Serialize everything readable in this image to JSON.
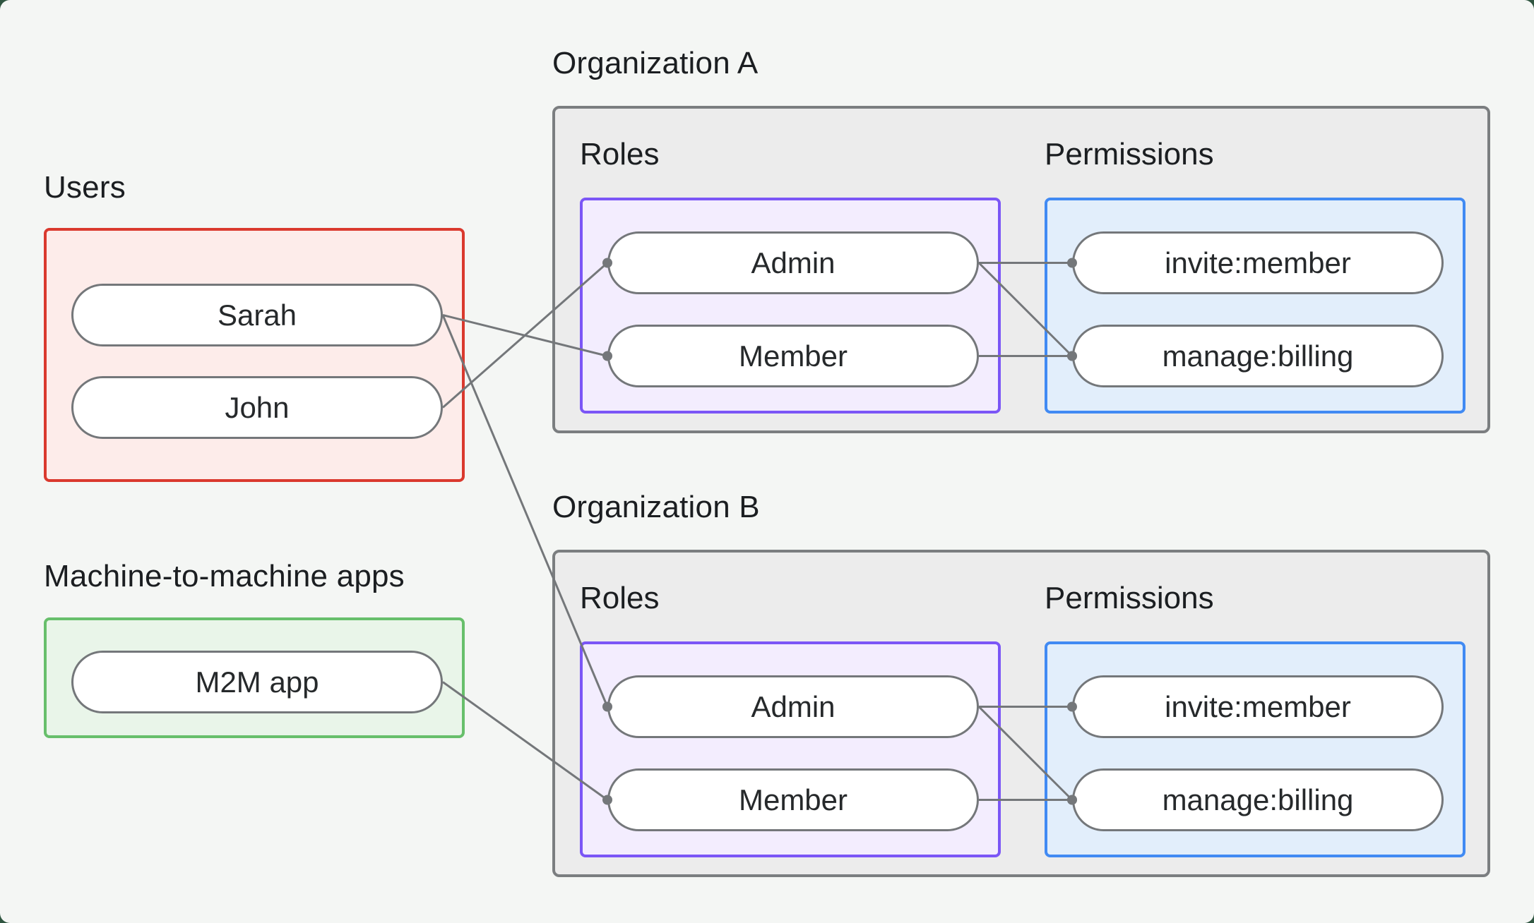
{
  "page": {
    "background_color": "#f4f6f4",
    "backing_color": "#2f5540",
    "label_text_color": "#1b1e21",
    "pill_text_color": "#26292b"
  },
  "groups": {
    "users": {
      "label": "Users",
      "border_color": "#da392e",
      "fill_color": "#fdecea",
      "nodes": [
        {
          "id": "sarah",
          "label": "Sarah"
        },
        {
          "id": "john",
          "label": "John"
        }
      ]
    },
    "m2m": {
      "label": "Machine-to-machine apps",
      "border_color": "#67bf6b",
      "fill_color": "#e9f5e9",
      "nodes": [
        {
          "id": "m2m-app",
          "label": "M2M app"
        }
      ]
    },
    "org_a": {
      "label": "Organization A",
      "border_color": "#7b7e80",
      "fill_color": "#ececec",
      "roles": {
        "label": "Roles",
        "border_color": "#7b56f6",
        "fill_color": "#f3edfe",
        "nodes": [
          {
            "id": "org-a-admin",
            "label": "Admin"
          },
          {
            "id": "org-a-member",
            "label": "Member"
          }
        ]
      },
      "permissions": {
        "label": "Permissions",
        "border_color": "#418af3",
        "fill_color": "#e2eefb",
        "nodes": [
          {
            "id": "org-a-invite",
            "label": "invite:member"
          },
          {
            "id": "org-a-billing",
            "label": "manage:billing"
          }
        ]
      }
    },
    "org_b": {
      "label": "Organization B",
      "border_color": "#7b7e80",
      "fill_color": "#ececec",
      "roles": {
        "label": "Roles",
        "border_color": "#7b56f6",
        "fill_color": "#f3edfe",
        "nodes": [
          {
            "id": "org-b-admin",
            "label": "Admin"
          },
          {
            "id": "org-b-member",
            "label": "Member"
          }
        ]
      },
      "permissions": {
        "label": "Permissions",
        "border_color": "#418af3",
        "fill_color": "#e2eefb",
        "nodes": [
          {
            "id": "org-b-invite",
            "label": "invite:member"
          },
          {
            "id": "org-b-billing",
            "label": "manage:billing"
          }
        ]
      }
    }
  },
  "connections": [
    {
      "from": "sarah",
      "to": "org-a-member"
    },
    {
      "from": "john",
      "to": "org-a-admin"
    },
    {
      "from": "sarah",
      "to": "org-b-admin"
    },
    {
      "from": "m2m-app",
      "to": "org-b-member"
    },
    {
      "from": "org-a-admin",
      "to": "org-a-invite"
    },
    {
      "from": "org-a-admin",
      "to": "org-a-billing"
    },
    {
      "from": "org-a-member",
      "to": "org-a-billing"
    },
    {
      "from": "org-b-admin",
      "to": "org-b-invite"
    },
    {
      "from": "org-b-admin",
      "to": "org-b-billing"
    },
    {
      "from": "org-b-member",
      "to": "org-b-billing"
    }
  ],
  "connector_style": {
    "color": "#74777a",
    "line_width": 3,
    "dot_radius": 7
  }
}
